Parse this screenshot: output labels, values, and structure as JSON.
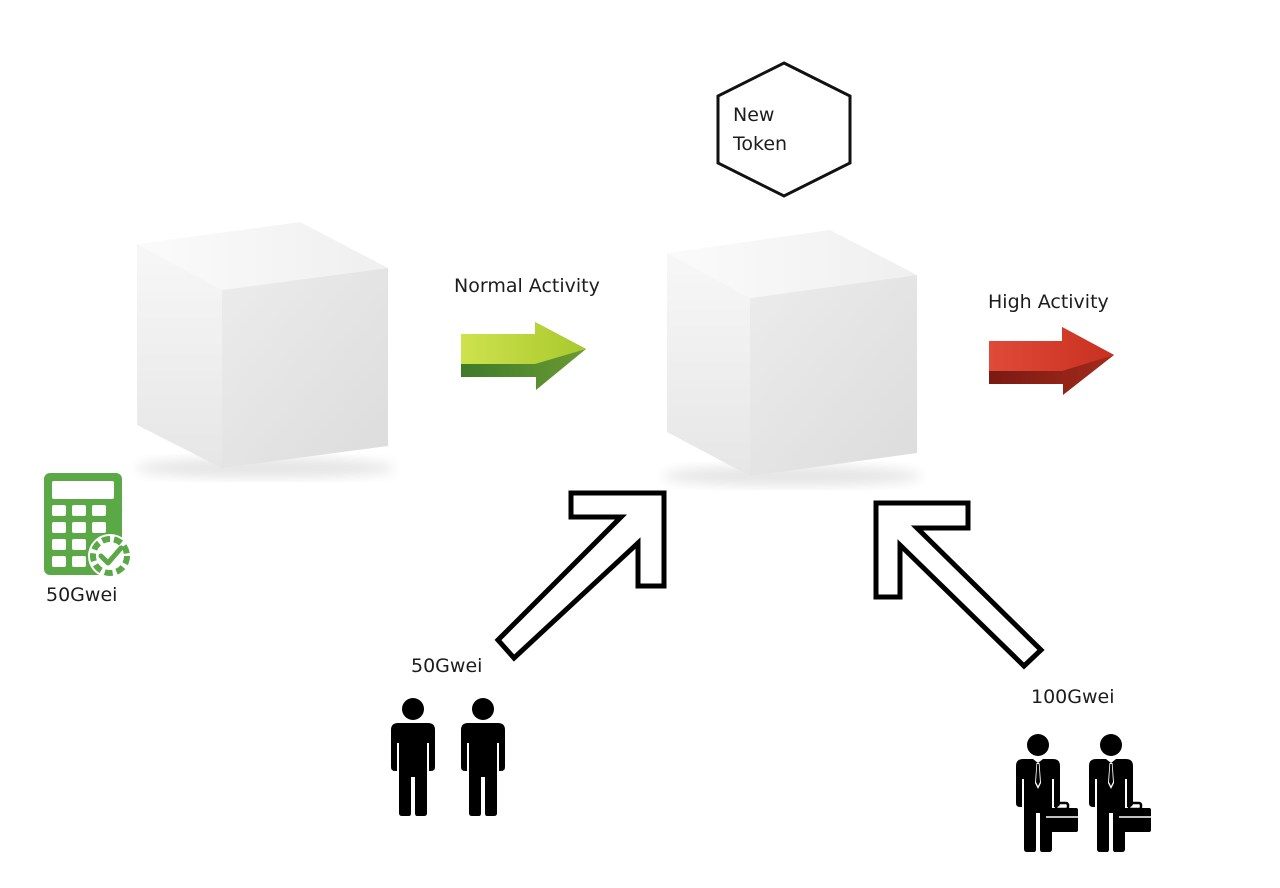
{
  "token": {
    "line1": "New",
    "line2": "Token"
  },
  "arrows": {
    "normal_label": "Normal Activity",
    "high_label": "High Activity",
    "normal_color": "#b8d23a",
    "high_color": "#d23a2a"
  },
  "gas": {
    "calculator_label": "50Gwei",
    "regular_users_label": "50Gwei",
    "business_users_label": "100Gwei"
  },
  "icons": {
    "calculator": "calculator-check-icon",
    "regular_users": "person-icon",
    "business_users": "businessman-briefcase-icon"
  },
  "colors": {
    "calculator": "#5aa846",
    "cube_face": "#f2f2f2",
    "figure": "#000000"
  }
}
